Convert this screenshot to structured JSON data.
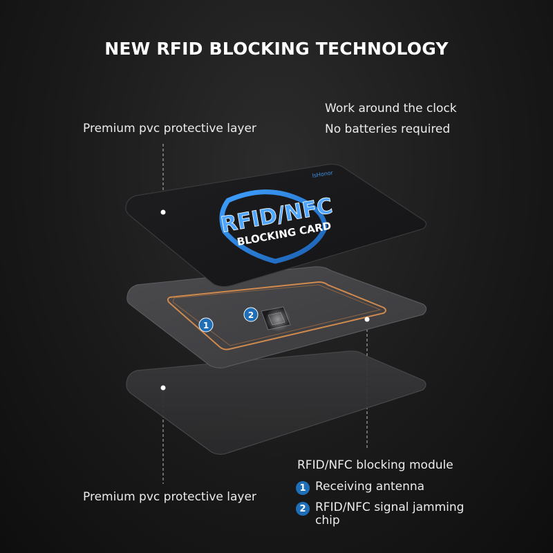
{
  "title": "NEW RFID BLOCKING TECHNOLOGY",
  "labels": {
    "top_layer": "Premium pvc protective layer",
    "bottom_layer": "Premium pvc protective layer",
    "feature_1": "Work around the clock",
    "feature_2": "No batteries required",
    "module": "RFID/NFC blocking module"
  },
  "card": {
    "brand": "lsHonor",
    "title_line1": "RFID/NFC",
    "title_line2": "BLOCKING CARD"
  },
  "legend": [
    {
      "num": "1",
      "text": "Receiving antenna"
    },
    {
      "num": "2",
      "text_line1": "RFID/NFC signal jamming",
      "text_line2": "chip"
    }
  ],
  "colors": {
    "accent_blue": "#1f6fb8",
    "antenna_copper": "#d08a4e"
  }
}
